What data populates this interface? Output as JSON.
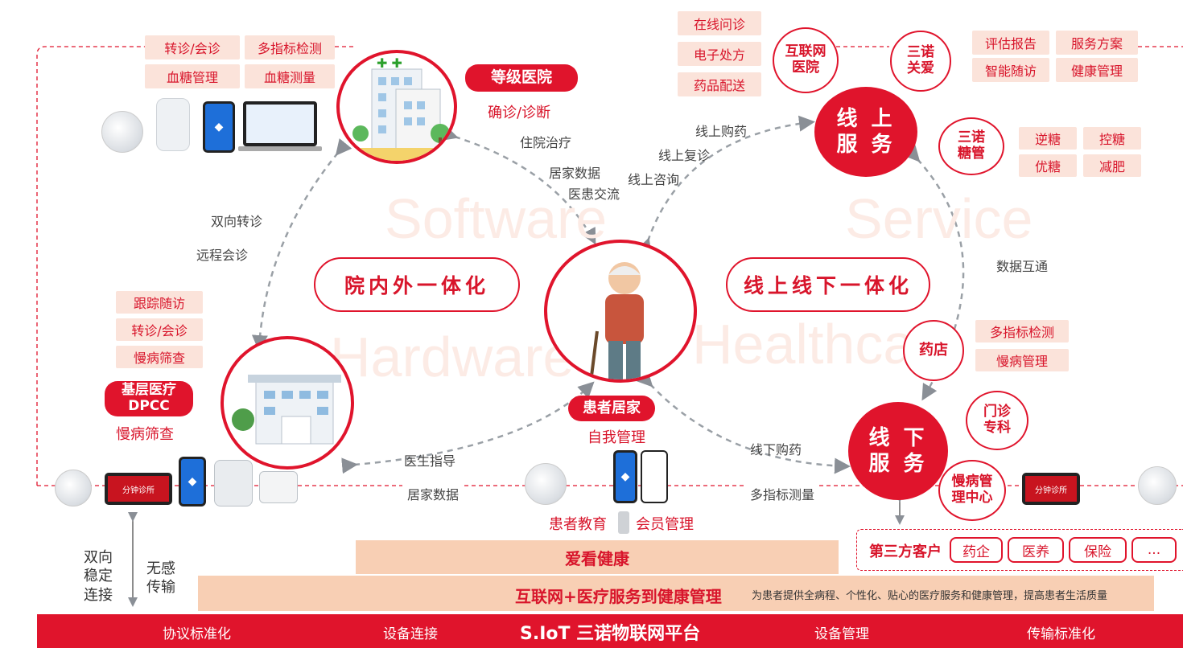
{
  "top_left_tags": [
    "转诊/会诊",
    "多指标检测",
    "血糖管理",
    "血糖测量"
  ],
  "hospital": {
    "badge": "等级医院",
    "sub": "确诊/诊断"
  },
  "internet_tags": [
    "在线问诊",
    "电子处方",
    "药品配送"
  ],
  "internet_hospital": "互联网\n医院",
  "sannuo_care": "三诺\n关爱",
  "care_tags": [
    "评估报告",
    "服务方案",
    "智能随访",
    "健康管理"
  ],
  "online_service": "线 上\n服 务",
  "sannuo_sugar": "三诺\n糖管",
  "sugar_tags": [
    "逆糖",
    "控糖",
    "优糖",
    "减肥"
  ],
  "arrow_labels": {
    "hosp_stay": "住院治疗",
    "home_data_top": "居家数据",
    "doc_patient": "医患交流",
    "buy_online": "线上购药",
    "revisit_online": "线上复诊",
    "consult_online": "线上咨询",
    "two_way": "双向转诊",
    "remote": "远程会诊",
    "data_link": "数据互通",
    "doctor_guide": "医生指导",
    "buy_offline": "线下购药",
    "home_data_bottom": "居家数据",
    "multi_measure": "多指标测量"
  },
  "watermarks": [
    "Software",
    "Service",
    "Hardware",
    "Healthcare"
  ],
  "center_left_pill": "院内外一体化",
  "center_right_pill": "线上线下一体化",
  "left_tags": [
    "跟踪随访",
    "转诊/会诊",
    "慢病筛查"
  ],
  "primary_care": {
    "badge": "基层医疗\nDPCC",
    "sub": "慢病筛查"
  },
  "pharmacy": "药店",
  "pharmacy_tags": [
    "多指标检测",
    "慢病管理"
  ],
  "clinic": "门诊\n专科",
  "offline_service": "线 下\n服 务",
  "chronic_center": "慢病管\n理中心",
  "home": {
    "badge": "患者居家",
    "sub": "自我管理"
  },
  "education": "患者教育",
  "membership": "会员管理",
  "tablet_text": "分钟诊所",
  "third_party": {
    "label": "第三方客户",
    "items": [
      "药企",
      "医养",
      "保险",
      "..."
    ]
  },
  "left_vertical": {
    "a": "双向\n稳定\n连接",
    "b": "无感\n传输"
  },
  "aikan": "爱看健康",
  "internet_health": {
    "title": "互联网+医疗服务到健康管理",
    "desc": "为患者提供全病程、个性化、贴心的医疗服务和健康管理，提高患者生活质量"
  },
  "bottom_bar": {
    "items": [
      "协议标准化",
      "设备连接",
      "设备管理",
      "传输标准化"
    ],
    "title": "S.IoT  三诺物联网平台"
  },
  "colors": {
    "red": "#e0142c",
    "pink": "#fbe3da",
    "orange": "#f8cfb4"
  }
}
